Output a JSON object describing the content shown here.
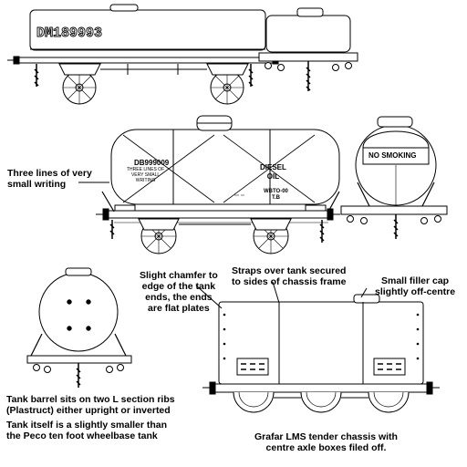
{
  "labels": {
    "top_number": "DM189993",
    "diesel_number": "DB999009",
    "tiny_writing": "THREE LINES OF\nVERY SMALL\nWRITING",
    "diesel_oil": "DIESEL\nOIL",
    "tank_code": "WBTO-00\nT.B",
    "no_smoking": "NO SMOKING"
  },
  "annotations": {
    "three_lines": "Three lines of very\nsmall writing",
    "chamfer": "Slight chamfer to\nedge of the tank\nends, the ends\nare flat plates",
    "straps": "Straps over tank secured\nto sides of chassis frame",
    "filler_cap": "Small filler cap\nslightly off-centre",
    "barrel_ribs": "Tank barrel sits on two L section ribs\n(Plastruct) either upright or inverted",
    "tank_size": "Tank itself is a slightly smaller than\nthe Peco ten foot wheelbase tank",
    "chassis": "Grafar LMS tender chassis with\ncentre axle boxes filed off."
  }
}
